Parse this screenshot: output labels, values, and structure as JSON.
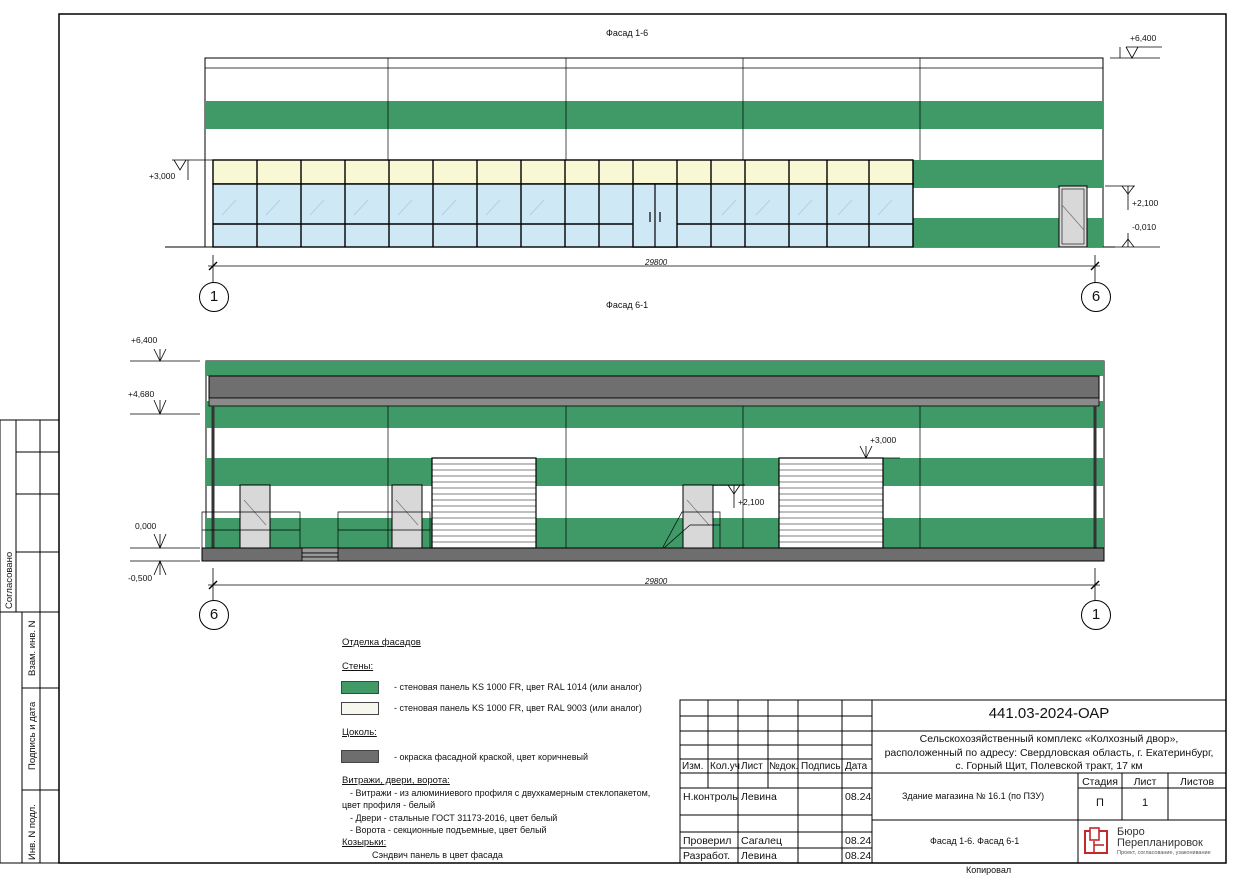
{
  "colors": {
    "green": "#3f9a68",
    "white_panel": "#f7f7f0",
    "plinth": "#6e6e6e",
    "glass_top": "#f8f8d5",
    "glass_bottom": "#cfe8f6",
    "canopy": "#6f6f6f"
  },
  "facade_1": {
    "title": "Фасад 1-6",
    "marks": {
      "top": "+6,400",
      "vitrage": "+3,000",
      "door": "+2,100",
      "ground": "-0,010"
    },
    "dimension": "29800",
    "axis_left": "1",
    "axis_right": "6"
  },
  "facade_2": {
    "title": "Фасад 6-1",
    "marks": {
      "top": "+6,400",
      "canopy": "+4,680",
      "zero": "0,000",
      "ground": "-0,500",
      "gate": "+3,000",
      "door": "+2,100"
    },
    "dimension": "29800",
    "axis_left": "6",
    "axis_right": "1"
  },
  "legend": {
    "title": "Отделка фасадов",
    "walls_title": "Стены:",
    "wall_green": "- стеновая панель  KS 1000 FR, цвет RAL 1014 (или аналог)",
    "wall_white": "- стеновая панель  KS 1000 FR, цвет RAL 9003 (или аналог)",
    "plinth_title": "Цоколь:",
    "plinth": "- окраска фасадной краской, цвет коричневый",
    "vitrage_title": "Витражи, двери, ворота:",
    "vitrage_line1": "-      Витражи - из алюминиевого профиля с двухкамерным стеклопакетом,",
    "vitrage_line2": "цвет профиля - белый",
    "doors": "-      Двери -  стальные ГОСТ 31173-2016, цвет белый",
    "gates": "-      Ворота - секционные подъемные, цвет белый",
    "canopy_title": "Козырьки:",
    "canopy": "Сэндвич панель в цвет фасада"
  },
  "stamp": {
    "code": "441.03-2024-ОАР",
    "project_line1": "Сельскохозяйственный комплекс «Колхозный двор»,",
    "project_line2": "расположенный по адресу: Свердловская область, г. Екатеринбург,",
    "project_line3": "с. Горный Щит, Полевской тракт, 17 км",
    "col_headers": [
      "Изм.",
      "Кол.уч",
      "Лист",
      "№док.",
      "Подпись",
      "Дата"
    ],
    "rows": [
      {
        "role": "Н.контроль",
        "name": "Левина",
        "date": "08.24"
      },
      {
        "role": "Проверил",
        "name": "Сагалец",
        "date": "08.24"
      },
      {
        "role": "Разработ.",
        "name": "Левина",
        "date": "08.24"
      }
    ],
    "building": "Здание магазина № 16.1 (по ПЗУ)",
    "sheet_title": "Фасад 1-6. Фасад 6-1",
    "stage_label": "Стадия",
    "sheet_label": "Лист",
    "sheets_label": "Листов",
    "stage": "П",
    "sheet": "1",
    "sheets": "",
    "logo_line1": "Бюро",
    "logo_line2": "Перепланировок",
    "logo_line3": "Проект, согласование, узаконивание",
    "copied": "Копировал"
  },
  "side_stamp": {
    "agreed": "Согласовано",
    "inv_replace": "Взам. инв. N",
    "sign_date": "Подпись и дата",
    "inv_orig": "Инв. N подл."
  }
}
